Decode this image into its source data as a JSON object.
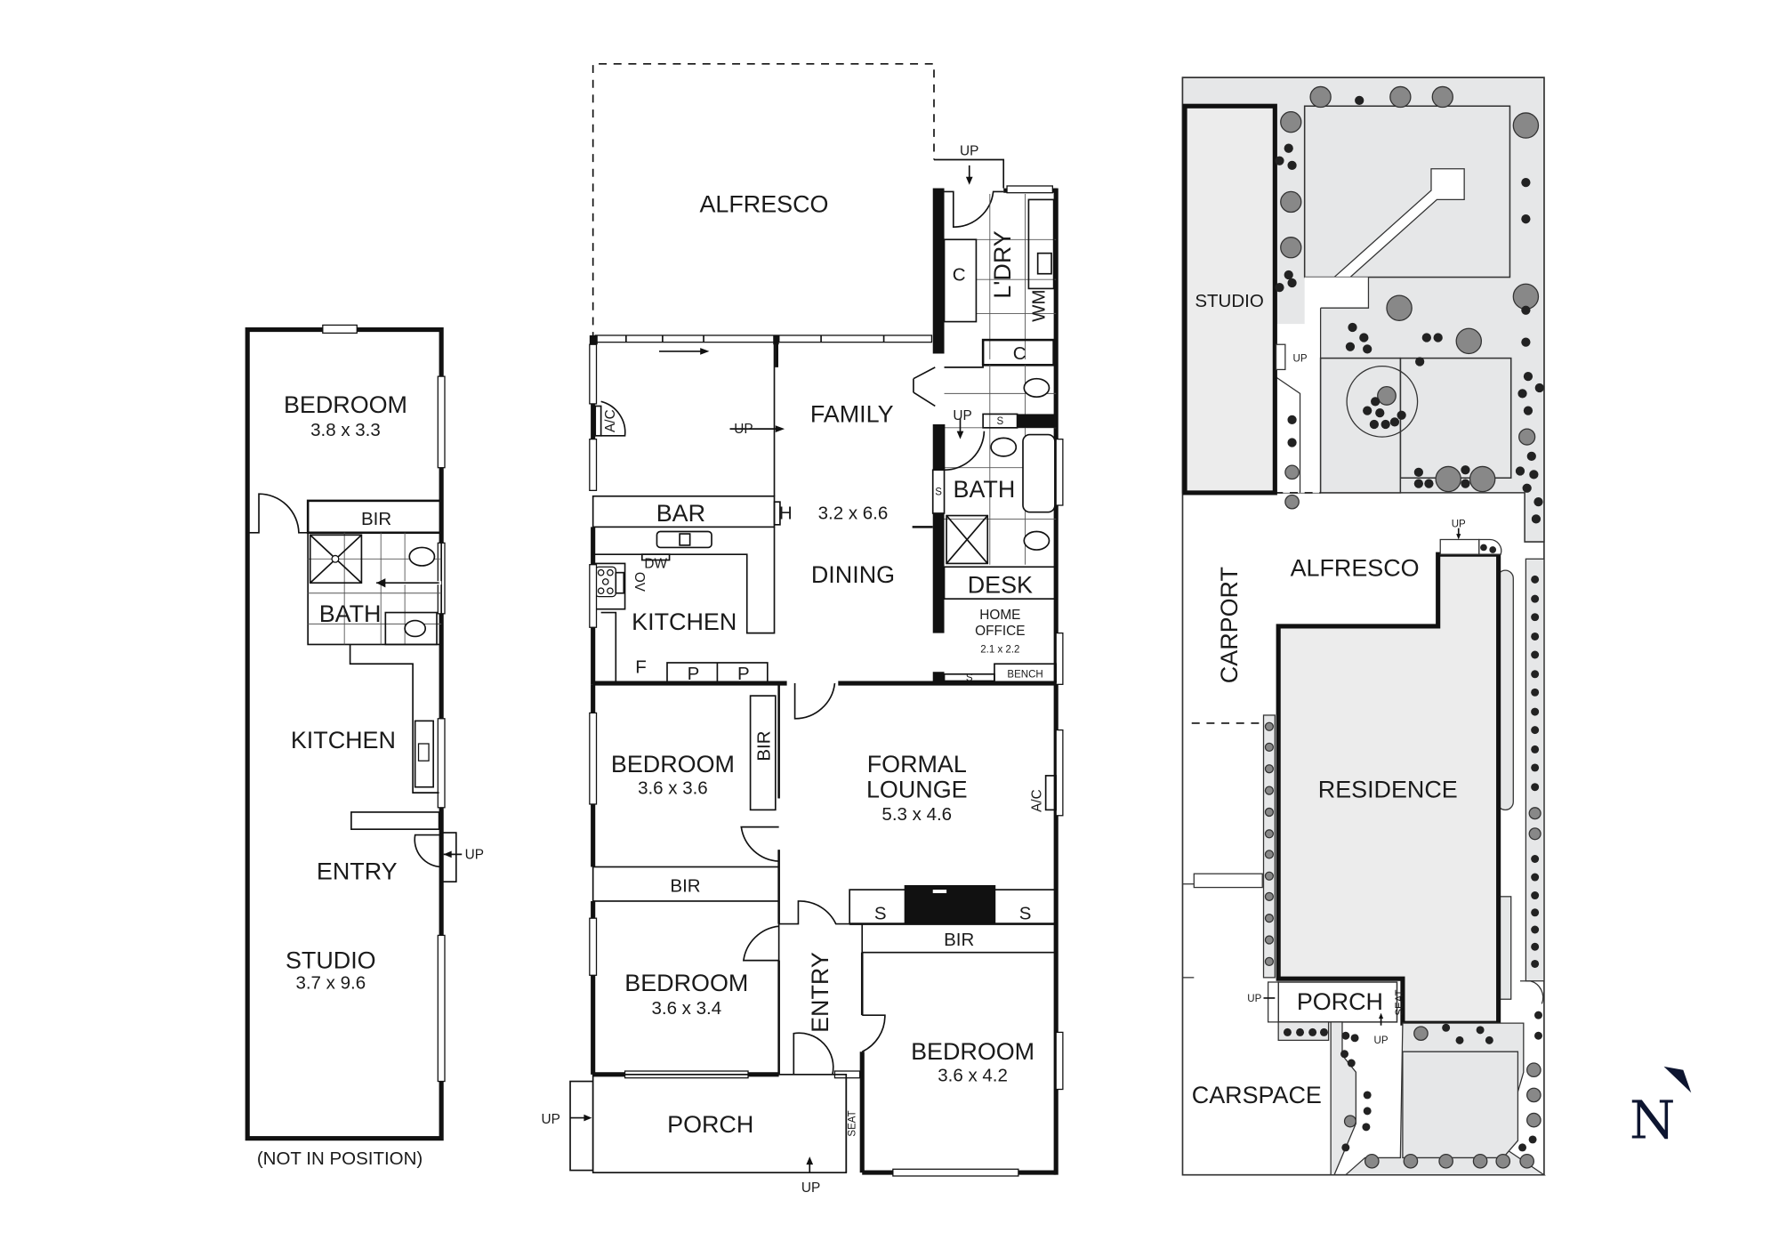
{
  "studio_building": {
    "bedroom": {
      "name": "BEDROOM",
      "size": "3.8 x 3.3"
    },
    "bir": "BIR",
    "bath": "BATH",
    "kitchen": "KITCHEN",
    "entry": "ENTRY",
    "up": "UP",
    "studio": {
      "name": "STUDIO",
      "size": "3.7 x 9.6"
    },
    "note": "(NOT IN POSITION)"
  },
  "main_house": {
    "alfresco": "ALFRESCO",
    "up_top": "UP",
    "laundry": "L'DRY",
    "cupboard_1": "C",
    "cupboard_2": "C",
    "wm": "WM",
    "family": "FAMILY",
    "family_up": "UP",
    "ac_1": "A/C",
    "bath": "BATH",
    "bath_up": "UP",
    "s_bath_1": "S",
    "s_bath_2": "S",
    "bar": "BAR",
    "h": "H",
    "dining_size": "3.2 x 6.6",
    "dw": "DW",
    "ov": "OV",
    "dining": "DINING",
    "kitchen": "KITCHEN",
    "desk": "DESK",
    "home_office": {
      "line1": "HOME",
      "line2": "OFFICE",
      "size": "2.1 x 2.2"
    },
    "f": "F",
    "pantry_1": "P",
    "pantry_2": "P",
    "s_bench": "S",
    "bench": "BENCH",
    "bedroom_1": {
      "name": "BEDROOM",
      "size": "3.6 x 3.6",
      "bir": "BIR"
    },
    "formal_lounge": {
      "line1": "FORMAL",
      "line2": "LOUNGE",
      "size": "5.3 x 4.6"
    },
    "ac_2": "A/C",
    "bir_2": "BIR",
    "s_left": "S",
    "s_right": "S",
    "bir_3": "BIR",
    "bedroom_2": {
      "name": "BEDROOM",
      "size": "3.6 x 3.4"
    },
    "entry": "ENTRY",
    "bedroom_3": {
      "name": "BEDROOM",
      "size": "3.6 x 4.2"
    },
    "porch": "PORCH",
    "seat": "SEAT",
    "porch_up_left": "UP",
    "porch_up_bottom": "UP"
  },
  "site_plan": {
    "studio": "STUDIO",
    "studio_up": "UP",
    "alfresco": "ALFRESCO",
    "alfresco_up": "UP",
    "carport": "CARPORT",
    "residence": "RESIDENCE",
    "porch": "PORCH",
    "porch_up_left": "UP",
    "porch_up_bottom": "UP",
    "carspace": "CARSPACE",
    "seat": "SEAT"
  },
  "north_arrow": {
    "label": "N",
    "color": "#0d1530"
  }
}
